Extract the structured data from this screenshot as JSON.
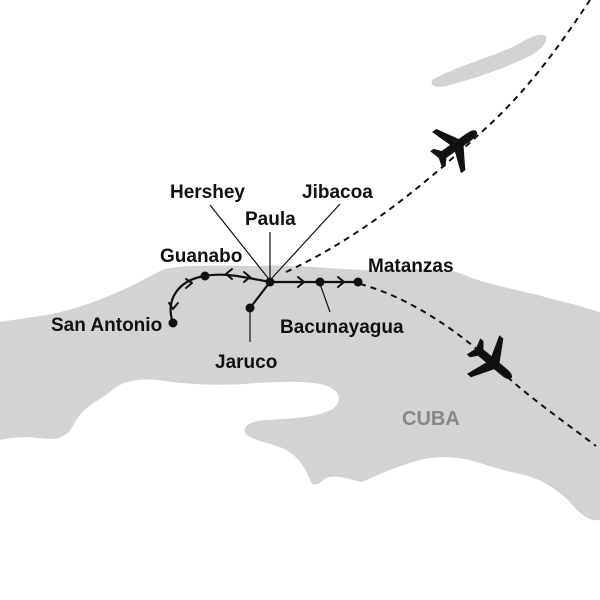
{
  "colors": {
    "land": "#d3d3d3",
    "ink": "#111111",
    "country_label": "#888888",
    "background": "#ffffff"
  },
  "country_label": "CUBA",
  "places": [
    {
      "id": "san-antonio",
      "name": "San Antonio"
    },
    {
      "id": "guanabo",
      "name": "Guanabo"
    },
    {
      "id": "hershey",
      "name": "Hershey"
    },
    {
      "id": "paula",
      "name": "Paula"
    },
    {
      "id": "jibacoa",
      "name": "Jibacoa"
    },
    {
      "id": "jaruco",
      "name": "Jaruco"
    },
    {
      "id": "bacunayagua",
      "name": "Bacunayagua"
    },
    {
      "id": "matanzas",
      "name": "Matanzas"
    }
  ],
  "icons": [
    "airplane-icon",
    "airplane-icon"
  ]
}
